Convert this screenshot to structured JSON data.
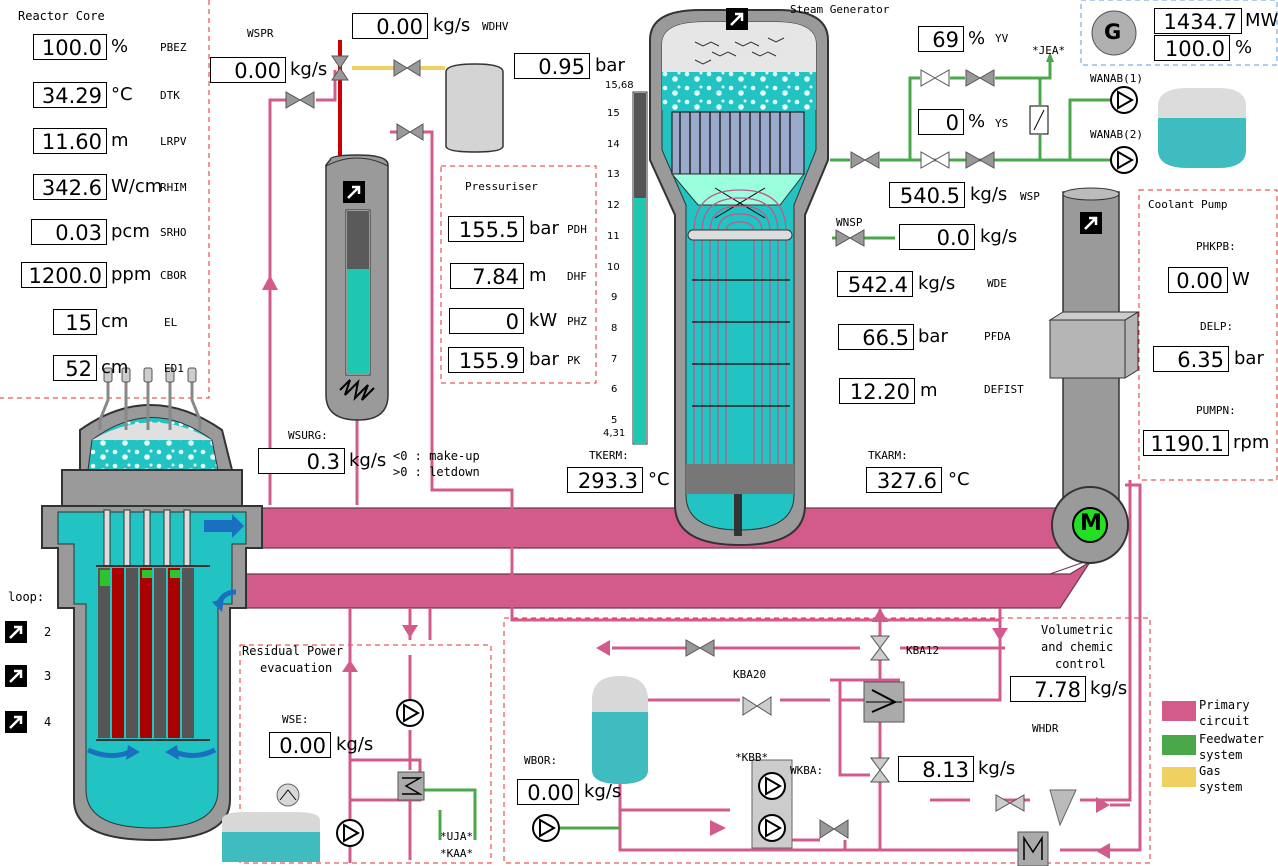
{
  "colors": {
    "primary": "#d35b8c",
    "feedwater": "#4aa84a",
    "gas": "#f0d060",
    "water": "#22c3c3",
    "steam_red": "#cc0000",
    "vessel_gray": "#9a9a9a",
    "panel_dash": "#e03030",
    "gen_dash": "#5b9bd5"
  },
  "reactor_core": {
    "title": "Reactor Core",
    "rows": [
      {
        "value": "100.0",
        "unit": "%",
        "tag": "PBEZ"
      },
      {
        "value": "34.29",
        "unit": "°C",
        "tag": "DTK"
      },
      {
        "value": "11.60",
        "unit": "m",
        "tag": "LRPV"
      },
      {
        "value": "342.6",
        "unit": "W/cm",
        "tag": "RHIM"
      },
      {
        "value": "0.03",
        "unit": "pcm",
        "tag": "SRHO"
      },
      {
        "value": "1200.0",
        "unit": "ppm",
        "tag": "CBOR"
      },
      {
        "value": "15",
        "unit": "cm",
        "tag": "EL"
      },
      {
        "value": "52",
        "unit": "cm",
        "tag": "ED1"
      }
    ]
  },
  "loop": {
    "label": "loop:",
    "items": [
      "2",
      "3",
      "4"
    ]
  },
  "wspr": {
    "tag": "WSPR",
    "value": "0.00",
    "unit": "kg/s"
  },
  "wdhv": {
    "value": "0.00",
    "unit": "kg/s",
    "tag": "WDHV"
  },
  "tank_pressure": {
    "value": "0.95",
    "unit": "bar"
  },
  "pressuriser": {
    "title": "Pressuriser",
    "rows": [
      {
        "value": "155.5",
        "unit": "bar",
        "tag": "PDH"
      },
      {
        "value": "7.84",
        "unit": "m",
        "tag": "DHF"
      },
      {
        "value": "0",
        "unit": "kW",
        "tag": "PHZ"
      },
      {
        "value": "155.9",
        "unit": "bar",
        "tag": "PK"
      }
    ]
  },
  "wsurg": {
    "tag": "WSURG:",
    "value": "0.3",
    "unit": "kg/s",
    "note1": "<0 : make-up",
    "note2": ">0 : letdown"
  },
  "sg_scale": {
    "top": "15,68",
    "ticks": [
      "15",
      "14",
      "13",
      "12",
      "11",
      "10",
      "9",
      "8",
      "7",
      "6",
      "5"
    ],
    "bottom": "4,31",
    "level_fraction": 0.7
  },
  "steam_generator": {
    "title": "Steam Generator"
  },
  "tkerm": {
    "tag": "TKERM:",
    "value": "293.3",
    "unit": "°C"
  },
  "tkarm": {
    "tag": "TKARM:",
    "value": "327.6",
    "unit": "°C"
  },
  "feedwater": {
    "yv": {
      "value": "69",
      "unit": "%",
      "tag": "YV"
    },
    "ys": {
      "value": "0",
      "unit": "%",
      "tag": "YS"
    },
    "jea": "*JEA*",
    "wanab1": "WANAB(1)",
    "wanab2": "WANAB(2)",
    "wsp": {
      "value": "540.5",
      "unit": "kg/s",
      "tag": "WSP"
    },
    "wnsp": {
      "tag": "WNSP",
      "value": "0.0",
      "unit": "kg/s"
    },
    "wde": {
      "value": "542.4",
      "unit": "kg/s",
      "tag": "WDE"
    },
    "pfda": {
      "value": "66.5",
      "unit": "bar",
      "tag": "PFDA"
    },
    "defist": {
      "value": "12.20",
      "unit": "m",
      "tag": "DEFIST"
    }
  },
  "generator": {
    "symbol": "G",
    "power": "1434.7",
    "power_unit": "MW",
    "pct": "100.0",
    "pct_unit": "%"
  },
  "coolant_pump": {
    "title": "Coolant Pump",
    "phkpb": {
      "tag": "PHKPB:",
      "value": "0.00",
      "unit": "W"
    },
    "delp": {
      "tag": "DELP:",
      "value": "6.35",
      "unit": "bar"
    },
    "pumpn": {
      "tag": "PUMPN:",
      "value": "1190.1",
      "unit": "rpm"
    },
    "motor_symbol": "M"
  },
  "residual": {
    "title1": "Residual Power",
    "title2": "evacuation",
    "wse": {
      "tag": "WSE:",
      "value": "0.00",
      "unit": "kg/s"
    },
    "uja": "*UJA*",
    "kaa": "*KAA*"
  },
  "volumetric": {
    "title1": "Volumetric",
    "title2": "and chemic",
    "title3": "control",
    "kba12": "KBA12",
    "kba20": "KBA20",
    "kbb": "*KBB*",
    "wkba": "WKBA:",
    "whdr": {
      "tag": "WHDR",
      "value": "7.78",
      "unit": "kg/s"
    },
    "kba_flow": {
      "value": "8.13",
      "unit": "kg/s"
    },
    "wbor": {
      "tag": "WBOR:",
      "value": "0.00",
      "unit": "kg/s"
    }
  },
  "legend": [
    {
      "label1": "Primary",
      "label2": "circuit",
      "color": "#d35b8c"
    },
    {
      "label1": "Feedwater",
      "label2": "system",
      "color": "#4aa84a"
    },
    {
      "label1": "Gas",
      "label2": "system",
      "color": "#f0d060"
    }
  ]
}
